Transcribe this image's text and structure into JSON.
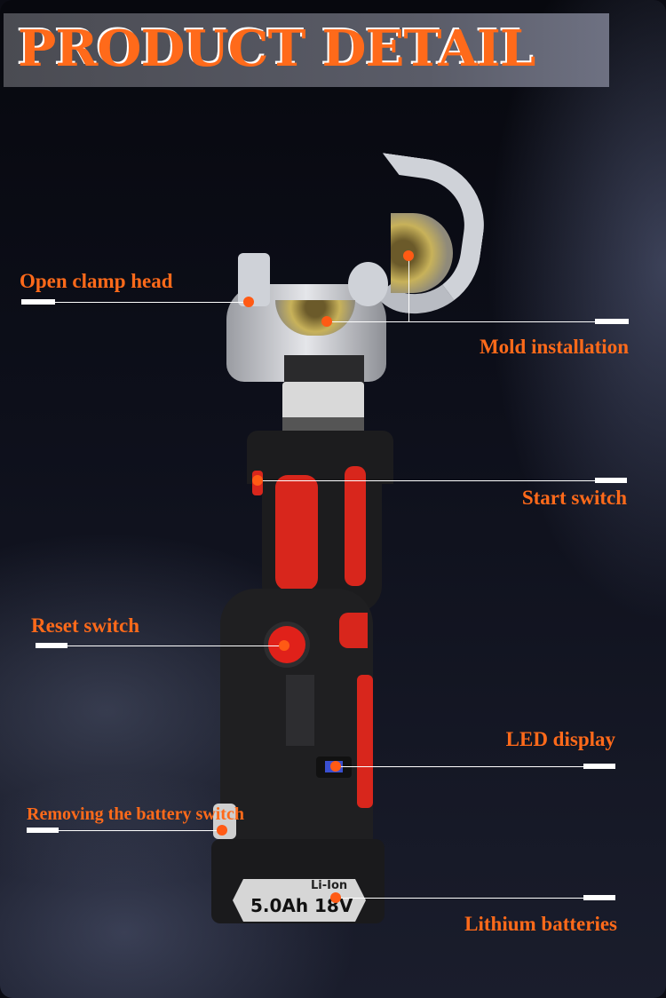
{
  "header": {
    "title": "PRODUCT DETAIL"
  },
  "callouts": {
    "open_clamp_head": "Open clamp head",
    "mold_installation": "Mold installation",
    "start_switch": "Start switch",
    "reset_switch": "Reset switch",
    "led_display": "LED display",
    "removing_battery_switch": "Removing the battery switch",
    "lithium_batteries": "Lithium batteries"
  },
  "product": {
    "battery_type": "Li-Ion",
    "battery_capacity": "5.0Ah",
    "battery_voltage": "18V"
  },
  "colors": {
    "accent": "#ff6a1a",
    "tool_red": "#d8261c",
    "tool_body": "#1c1c1e"
  }
}
